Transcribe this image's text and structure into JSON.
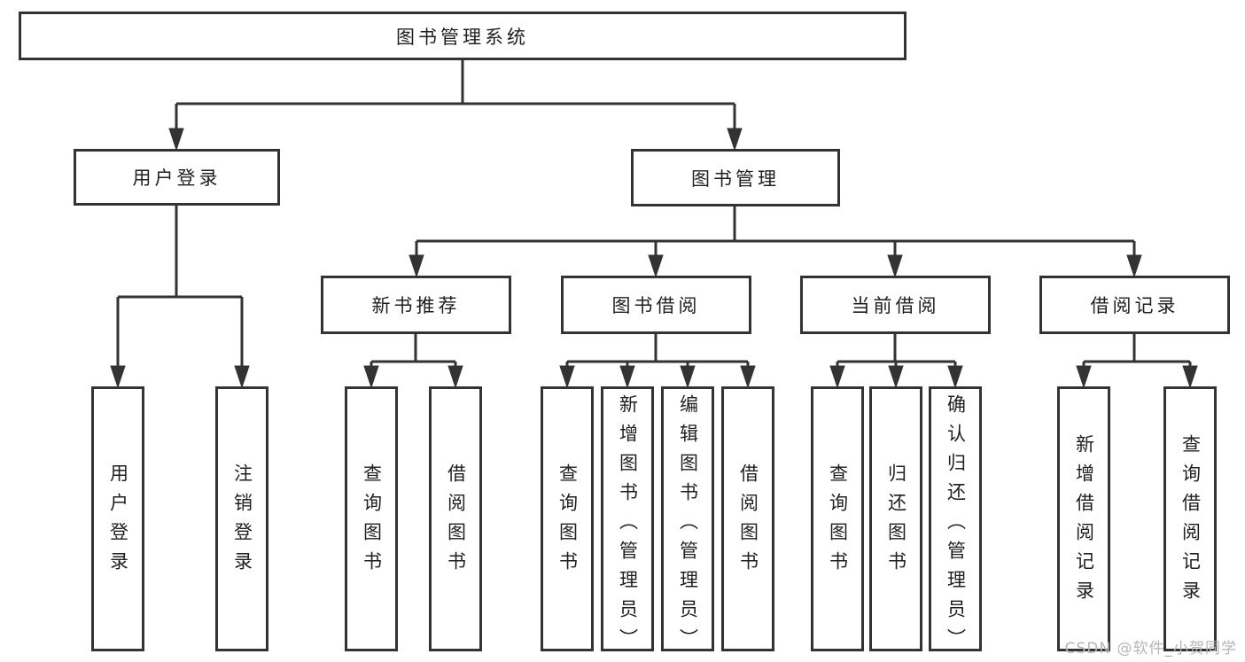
{
  "diagram": {
    "root": "图书管理系统",
    "branches": [
      {
        "label": "用户登录",
        "children": [
          "用户登录",
          "注销登录"
        ]
      },
      {
        "label": "图书管理",
        "sections": [
          {
            "label": "新书推荐",
            "children": [
              "查询图书",
              "借阅图书"
            ]
          },
          {
            "label": "图书借阅",
            "children": [
              "查询图书",
              "新增图书（管理员）",
              "编辑图书（管理员）",
              "借阅图书"
            ]
          },
          {
            "label": "当前借阅",
            "children": [
              "查询图书",
              "归还图书",
              "确认归还（管理员）"
            ]
          },
          {
            "label": "借阅记录",
            "children": [
              "新增借阅记录",
              "查询借阅记录"
            ]
          }
        ]
      }
    ]
  },
  "watermark": "CSDN @软件_小贺同学",
  "colors": {
    "line": "#333333",
    "text": "#1f1f1f",
    "watermark": "#b5b5b5",
    "background": "#ffffff"
  }
}
